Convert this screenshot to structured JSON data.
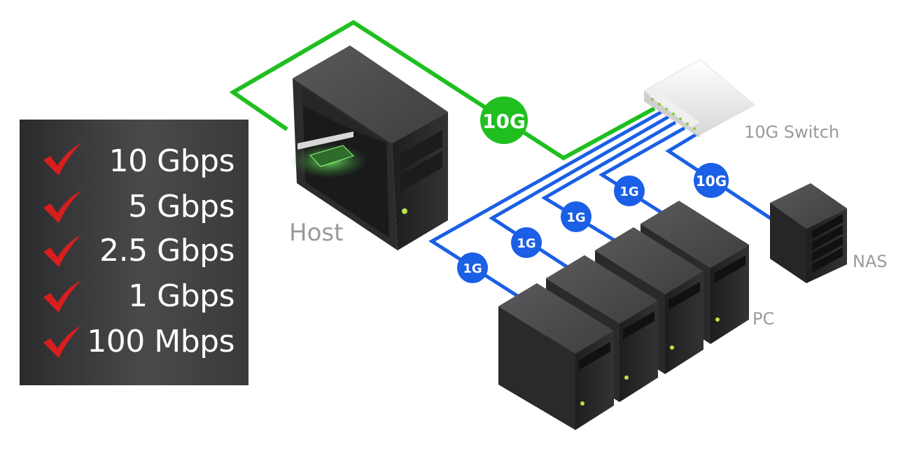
{
  "speed_panel": {
    "items": [
      {
        "label": "10 Gbps"
      },
      {
        "label": "5 Gbps"
      },
      {
        "label": "2.5 Gbps"
      },
      {
        "label": "1 Gbps"
      },
      {
        "label": "100 Mbps"
      }
    ]
  },
  "nodes": {
    "host": "Host",
    "switch": "10G Switch",
    "nas": "NAS",
    "pc": "PC"
  },
  "links": {
    "host_switch": "10G",
    "switch_nas": "10G",
    "switch_pc1": "1G",
    "switch_pc2": "1G",
    "switch_pc3": "1G",
    "switch_pc4": "1G"
  },
  "colors": {
    "link_10g_host": "#1fbf1f",
    "link_blue": "#1a5fe6",
    "panel_bg": "#3a3a3c",
    "check_red": "#d81e1e",
    "label_gray": "#9a9a9a"
  }
}
